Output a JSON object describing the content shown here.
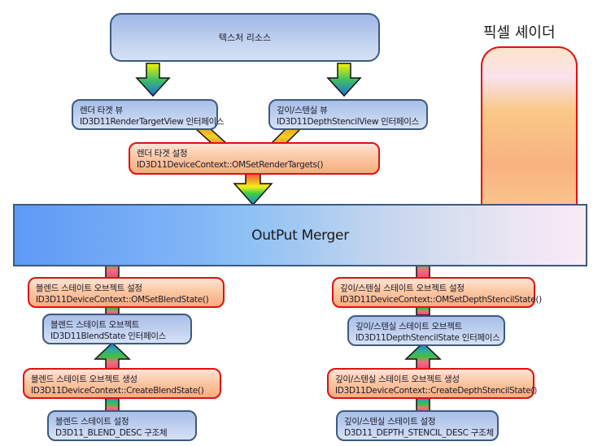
{
  "diagram": {
    "texture_resource": "텍스처 리소스",
    "pixel_shader": "픽셀 셰이더",
    "output_merger": "OutPut Merger",
    "render_target_view": {
      "line1": "렌더 타겟 뷰",
      "line2": "ID3D11RenderTargetView 인터페이스"
    },
    "depth_stencil_view": {
      "line1": "깊이/스텐실 뷰",
      "line2": "ID3D11DepthStencilView 인터페이스"
    },
    "set_render_targets": {
      "line1": "렌더 타겟 설정",
      "line2": "ID3D11DeviceContext::OMSetRenderTargets()"
    },
    "blend_set": {
      "line1": "블렌드 스테이트 오브젝트 설정",
      "line2": "ID3D11DeviceContext::OMSetBlendState()"
    },
    "blend_object": {
      "line1": "블렌드 스테이트 오브젝트",
      "line2": "ID3D11BlendState 인터페이스"
    },
    "blend_create": {
      "line1": "블렌드 스테이트 오브젝트 생성",
      "line2": "ID3D11DeviceContext::CreateBlendState()"
    },
    "blend_desc": {
      "line1": "블렌드 스테이트 설정",
      "line2": "D3D11_BLEND_DESC 구조체"
    },
    "ds_set": {
      "line1": "깊이/스텐실 스테이트 오브젝트 설정",
      "line2": "ID3D11DeviceContext::OMSetDepthStencilState()"
    },
    "ds_object": {
      "line1": "깊이/스텐실 스테이트 오브젝트",
      "line2": "ID3D11DepthStencilState 인터페이스"
    },
    "ds_create": {
      "line1": "깊이/스텐실 스테이트 오브젝트 생성",
      "line2": "ID3D11DeviceContext::CreateDepthStencilState()"
    },
    "ds_desc": {
      "line1": "깊이/스텐실 스테이트 설정",
      "line2": "D3D11_DEPTH_STENCIL_DESC 구조체"
    }
  },
  "colors": {
    "blue_border": "#3d5a80",
    "red_border": "#e01010"
  }
}
